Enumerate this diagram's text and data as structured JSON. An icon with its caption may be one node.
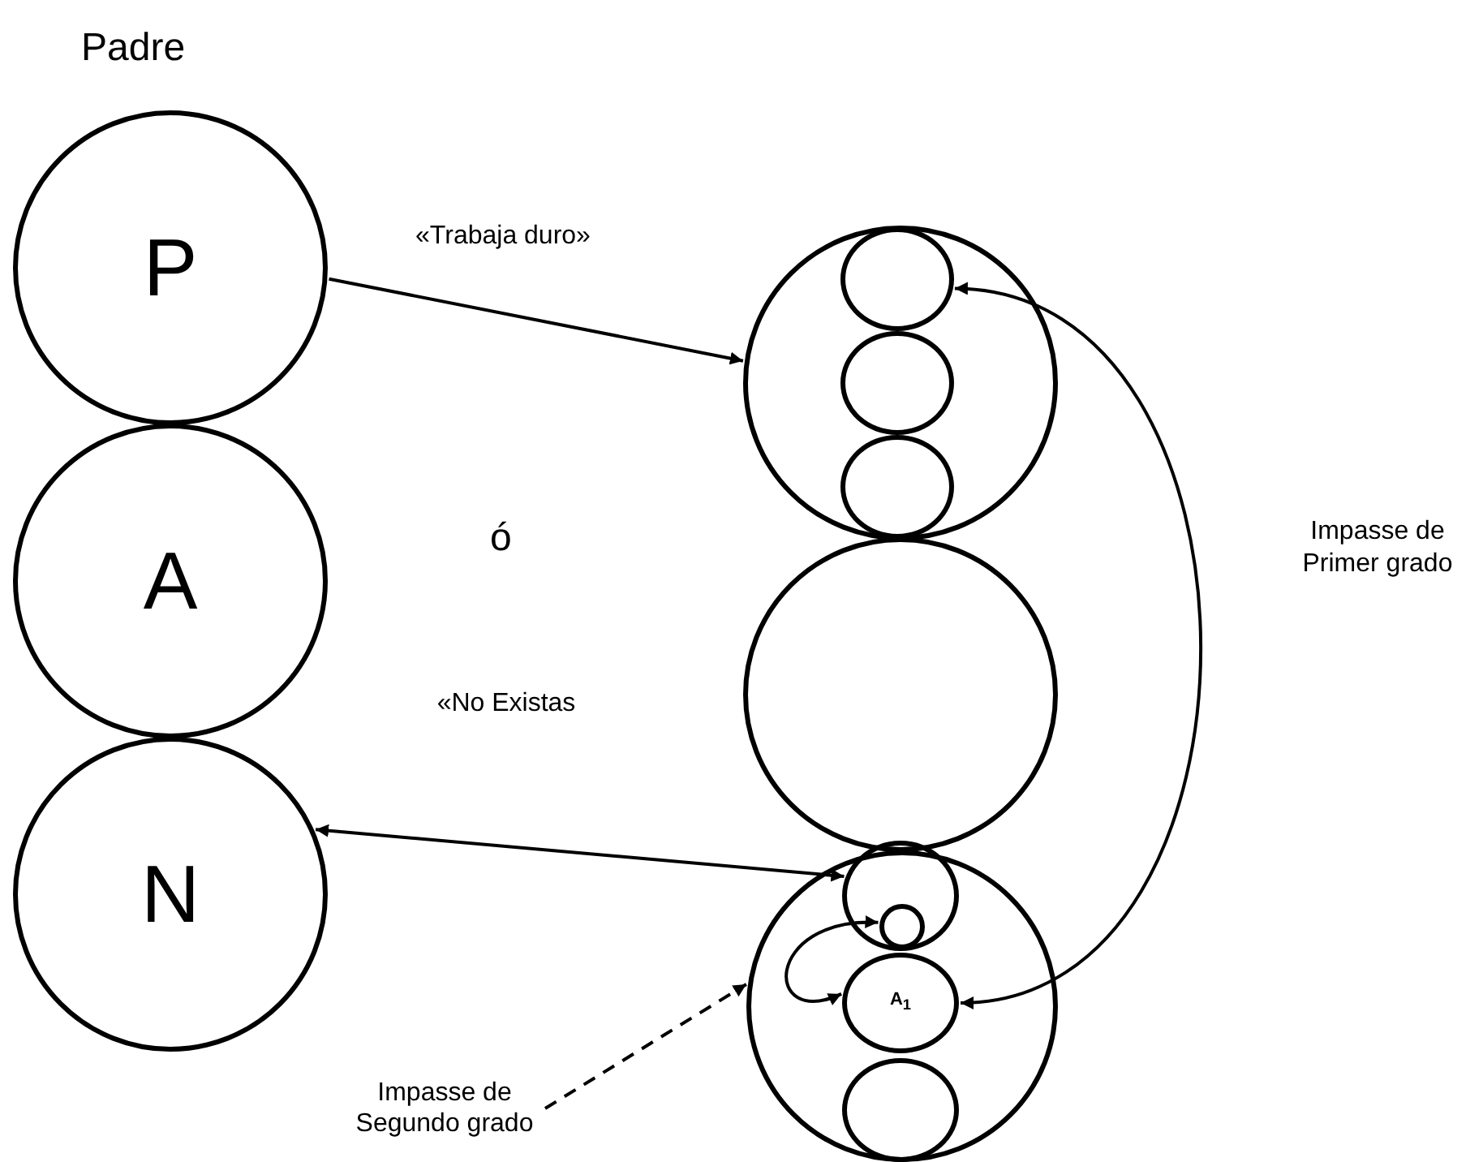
{
  "diagram": {
    "nodes": [
      {
        "text": [
          "P"
        ]
      },
      {
        "text": [
          "A"
        ]
      },
      {
        "text": [
          "N"
        ]
      },
      {
        "text": [],
        "shape": "circle"
      },
      {
        "text": [],
        "shape": "circle",
        "in": 3
      },
      {
        "text": [],
        "shape": "circle",
        "in": 3
      },
      {
        "text": [],
        "shape": "circle",
        "in": 3
      },
      {
        "text": [],
        "shape": "circle"
      },
      {
        "text": [],
        "shape": "circle"
      },
      {
        "text": [],
        "shape": "circle",
        "in": 8
      },
      {
        "text": [],
        "shape": "circle",
        "in": 9
      },
      {
        "text": [
          "A$_{1}$"
        ],
        "in": 8
      },
      {
        "text": [],
        "shape": "circle",
        "in": 8
      },
      {
        "text": [
          "Impasse de Segundo grado"
        ]
      }
    ],
    "edges": [
      {
        "from": 0,
        "to": 3,
        "arrow": "to",
        "label": "«Trabaja duro»"
      },
      {
        "from": 2,
        "to": 9,
        "arrow": "both",
        "label": "«No Existas"
      },
      {
        "from": 4,
        "to": 11,
        "arrow": "both",
        "label": "Impasse de Primer grado"
      },
      {
        "from": 10,
        "to": 11,
        "arrow": "both"
      },
      {
        "from": 13,
        "to": 8,
        "arrow": "to",
        "style": "dashed"
      }
    ],
    "labels": [
      "Padre",
      "ó"
    ]
  }
}
